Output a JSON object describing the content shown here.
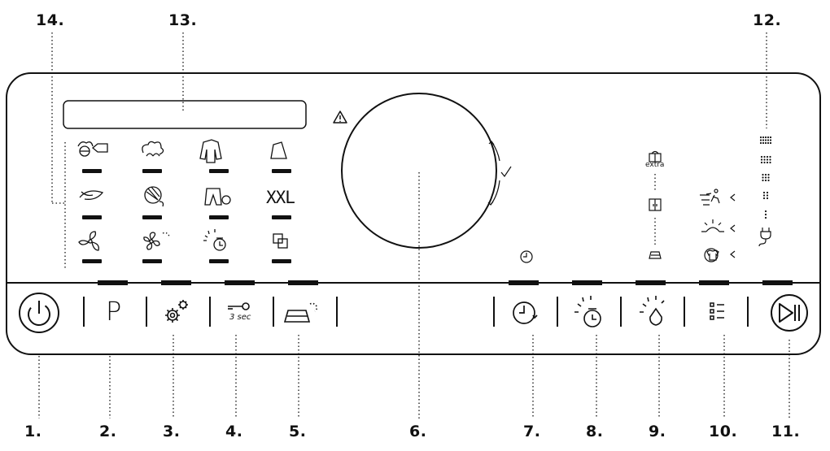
{
  "callouts": {
    "c1": "1.",
    "c2": "2.",
    "c3": "3.",
    "c4": "4.",
    "c5": "5.",
    "c6": "6.",
    "c7": "7.",
    "c8": "8.",
    "c9": "9.",
    "c10": "10.",
    "c11": "11.",
    "c12": "12.",
    "c13": "13.",
    "c14": "14."
  },
  "buttons": {
    "program_label": "P",
    "lock_duration": "3 sec"
  },
  "program_grid": {
    "xxl_label": "XXL"
  },
  "spin_scale": {
    "extra_label": "extra"
  },
  "icons": {
    "power": "power-icon",
    "program": "program-button",
    "settings": "gears-icon",
    "child_lock": "key-lock-icon",
    "iron": "easy-iron-icon",
    "dial": "program-dial",
    "delay": "delay-timer-icon",
    "dry_timer": "drying-timer-icon",
    "dry_level": "drying-level-icon",
    "options": "options-list-icon",
    "start_pause": "start-pause-icon",
    "warning": "warning-triangle-icon"
  },
  "colors": {
    "ink": "#111111",
    "panel_fill": "#ffffff",
    "led_bar": "#111111"
  }
}
